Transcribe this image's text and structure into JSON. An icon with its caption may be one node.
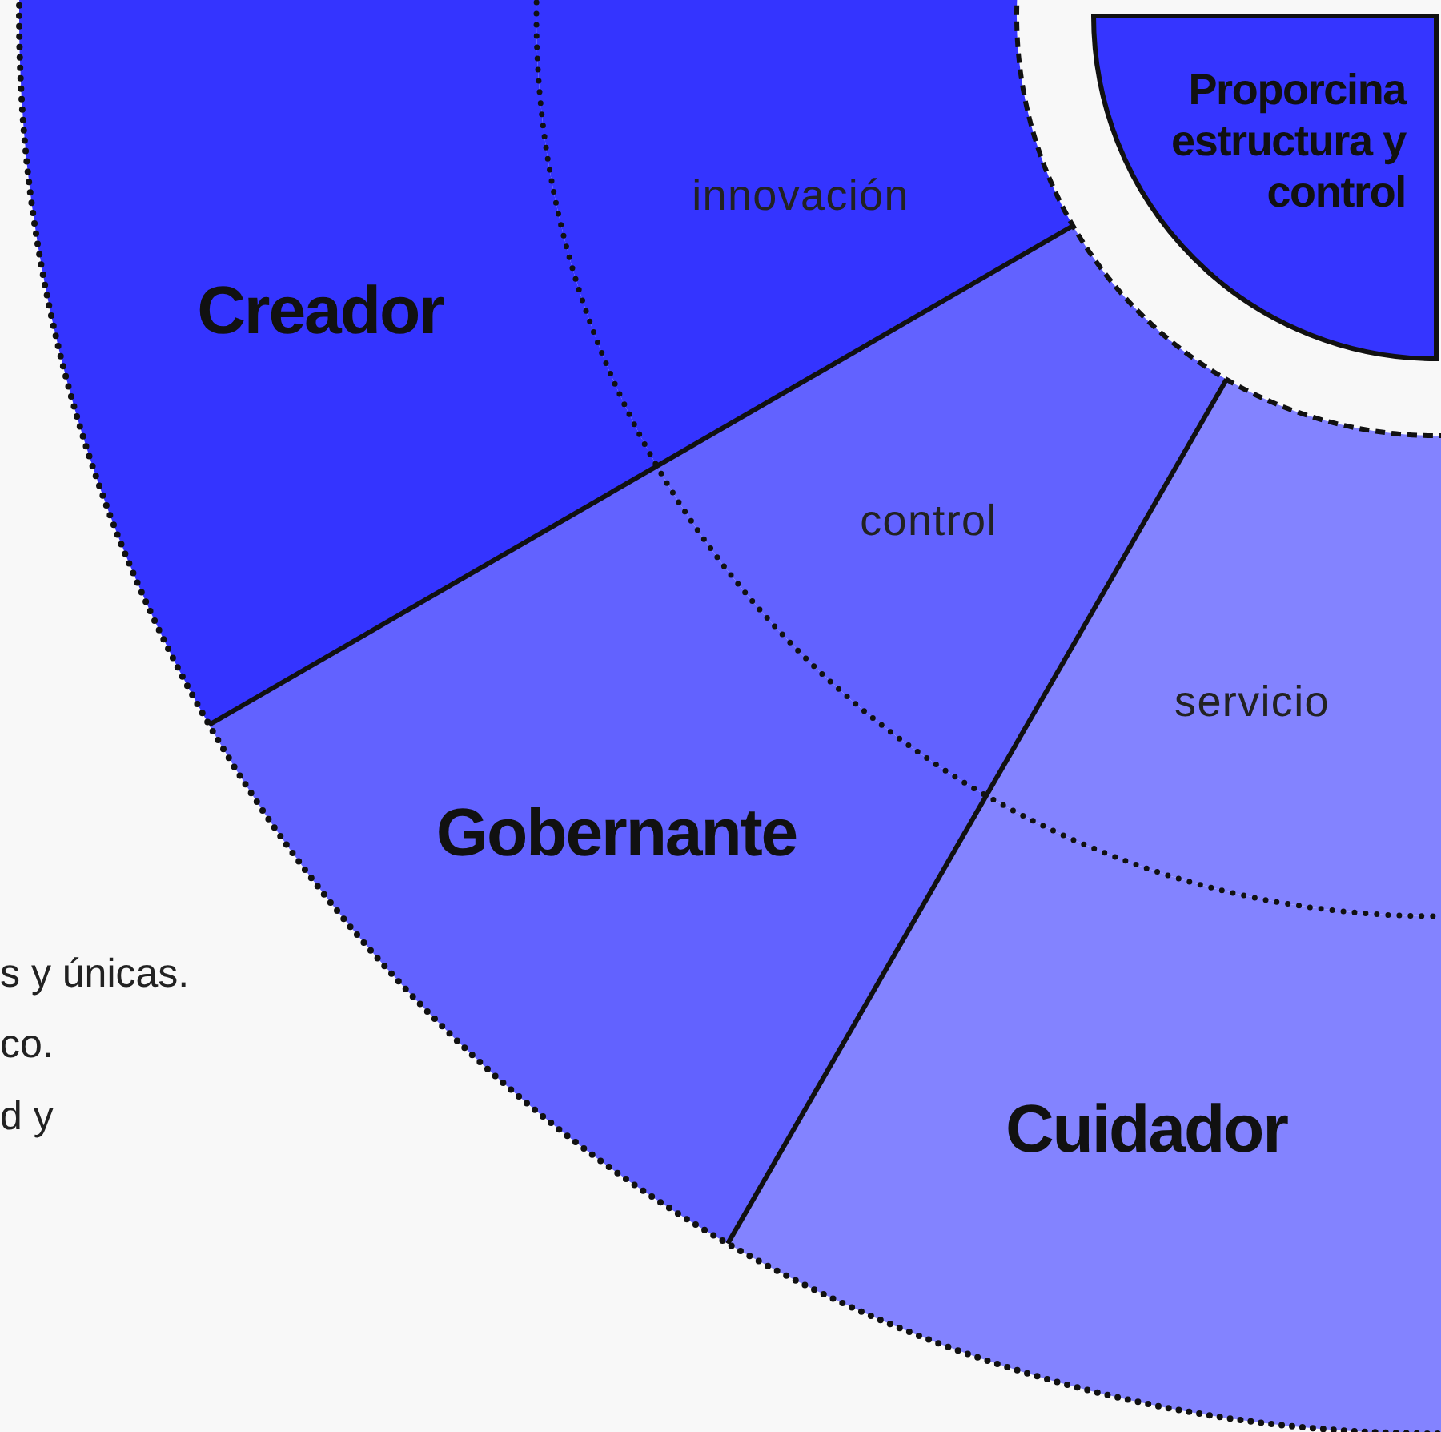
{
  "diagram": {
    "nodes": [
      {
        "text": [
          "Proporcina estructura y control"
        ]
      },
      {
        "text": [
          "innovación"
        ]
      },
      {
        "text": [
          "control"
        ]
      },
      {
        "text": [
          "servicio"
        ]
      },
      {
        "text": [
          "Creador"
        ]
      },
      {
        "text": [
          "Gobernante"
        ]
      },
      {
        "text": [
          "Cuidador"
        ]
      }
    ],
    "labels": [
      "s y únicas.",
      "co.",
      "d y"
    ]
  }
}
